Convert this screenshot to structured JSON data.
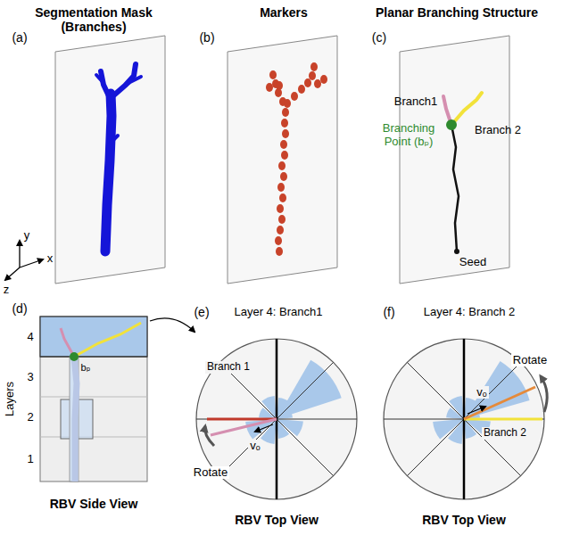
{
  "diagram": {
    "labels": [
      "Segmentation Mask (Branches)",
      "Markers",
      "Planar Branching Structure",
      "(a)",
      "(b)",
      "(c)",
      "y",
      "x",
      "z",
      "Branch1",
      "Branching Point (bₚ)",
      "Branch 2",
      "Seed",
      "(d)",
      "(e)",
      "Layer 4: Branch1",
      "(f)",
      "Layer 4: Branch 2",
      "4",
      "3",
      "2",
      "1",
      "Layers",
      "bₚ",
      "Branch 1",
      "Rotate",
      "vₒ",
      "vₒ",
      "Rotate",
      "Branch 2",
      "RBV Side View",
      "RBV Top View",
      "RBV Top View"
    ]
  }
}
